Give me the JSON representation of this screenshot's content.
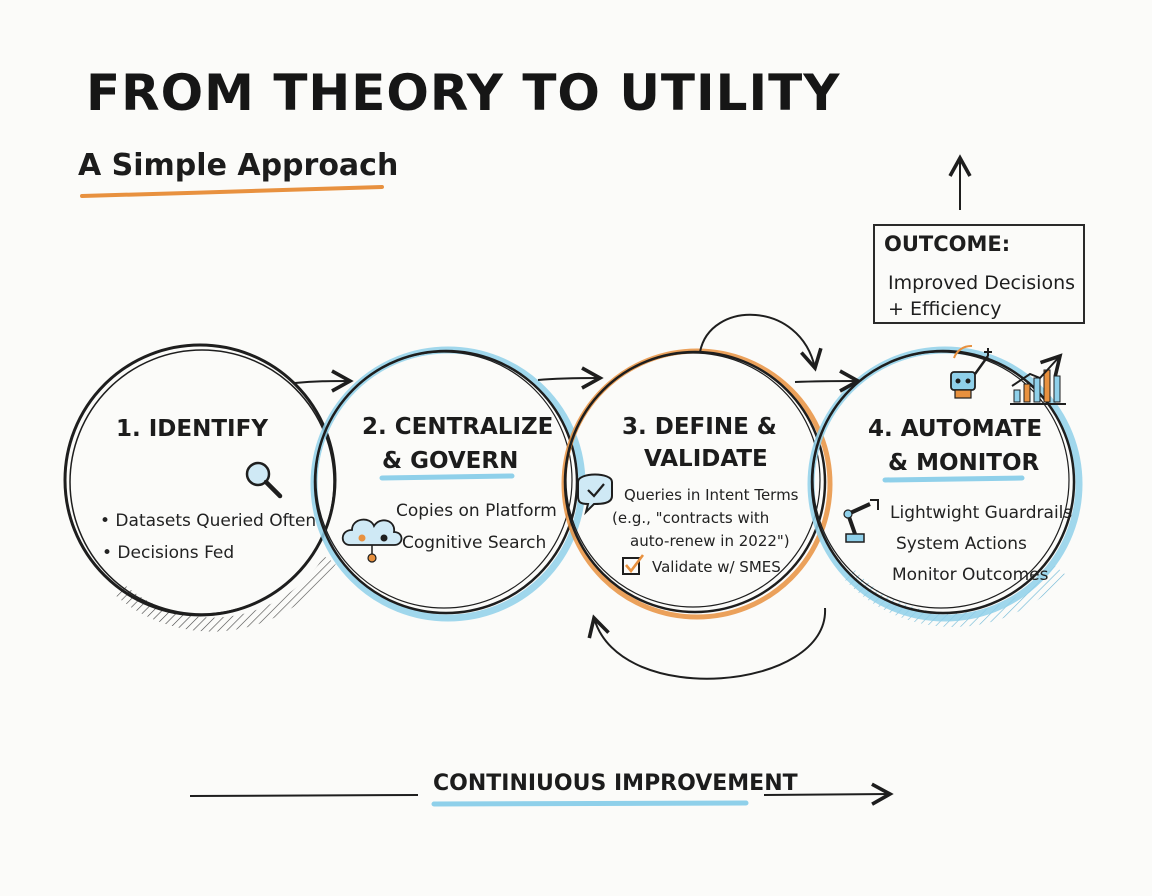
{
  "title": "FROM THEORY TO UTILITY",
  "subtitle": "A Simple Approach",
  "colors": {
    "accent_orange": "#e8913f",
    "accent_blue": "#8fd0ea",
    "ink": "#1e1e1e"
  },
  "steps": [
    {
      "heading": [
        "1. IDENTIFY"
      ],
      "icon": "magnifier-icon",
      "items": [
        "• Datasets Queried Often",
        "• Decisions Fed"
      ]
    },
    {
      "heading": [
        "2. CENTRALIZE",
        "& GOVERN"
      ],
      "icon": "cloud-gear-icon",
      "items": [
        "Copies on Platform",
        "Cognitive Search"
      ]
    },
    {
      "heading": [
        "3. DEFINE &",
        "VALIDATE"
      ],
      "icon": "chat-check-icon",
      "items": [
        "Queries in Intent Terms",
        "(e.g., \"contracts with",
        "auto-renew in 2022\")",
        "Validate w/ SMES"
      ]
    },
    {
      "heading": [
        "4. AUTOMATE",
        "& MONITOR"
      ],
      "icon": "robot-arm-icon",
      "items": [
        "Lightwight Guardrails",
        "System Actions",
        "Monitor Outcomes"
      ]
    }
  ],
  "outcome": {
    "title": "OUTCOME:",
    "lines": [
      "Improved Decisions",
      "+ Efficiency"
    ]
  },
  "footer": "CONTINIUOUS IMPROVEMENT"
}
